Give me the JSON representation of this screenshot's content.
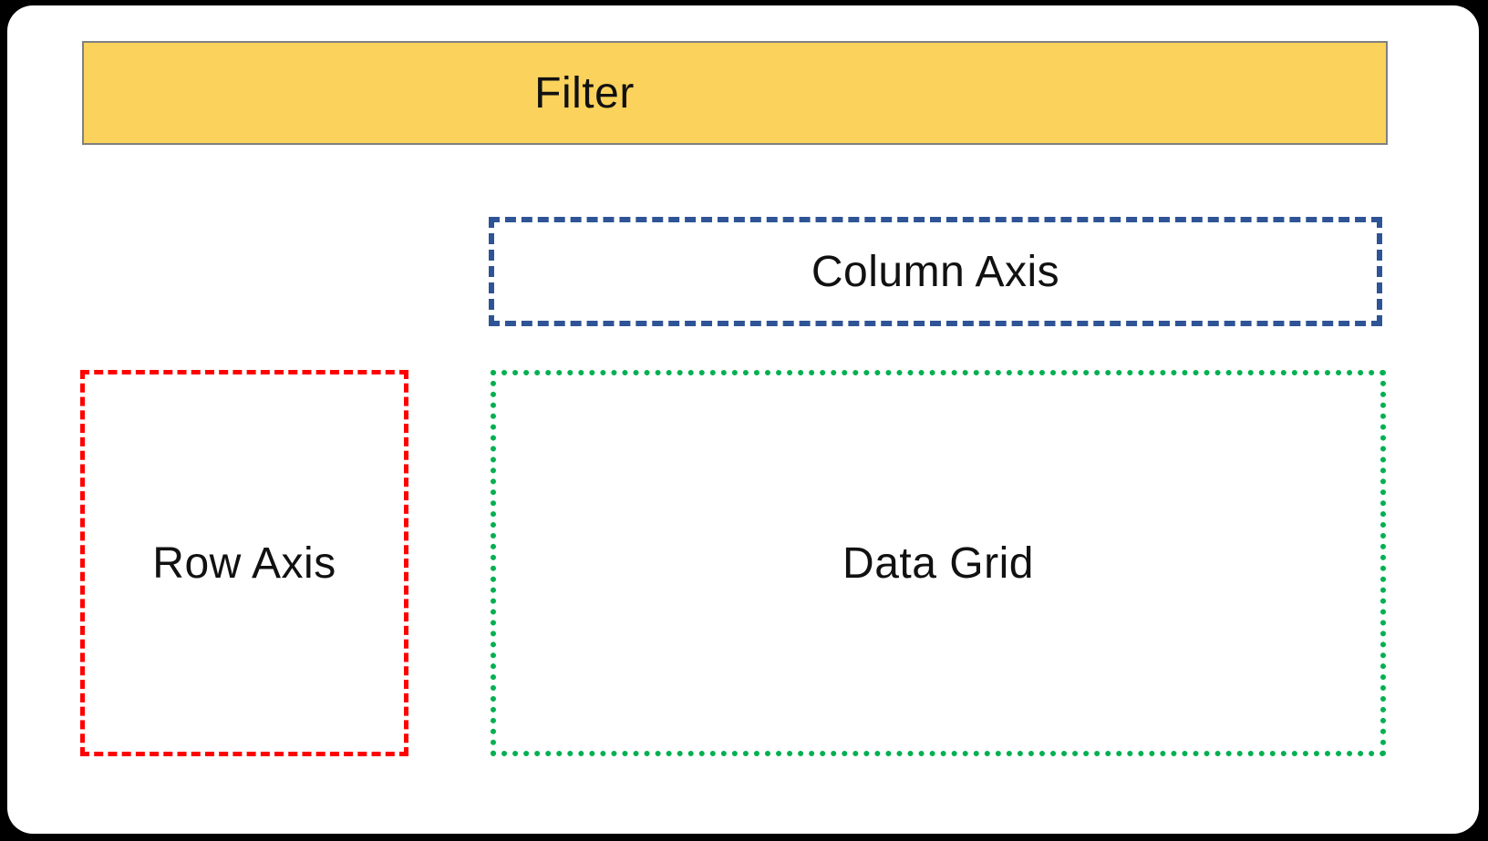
{
  "diagram": {
    "description": "Pivot layout schematic with four labeled regions",
    "filter": {
      "label": "Filter"
    },
    "column_axis": {
      "label": "Column Axis"
    },
    "row_axis": {
      "label": "Row Axis"
    },
    "data_grid": {
      "label": "Data Grid"
    }
  },
  "colors": {
    "filter-fill": "#fbd25b",
    "filter-border": "#808080",
    "column-border": "#2f5496",
    "row-border": "#ff0000",
    "grid-border": "#00b050",
    "page-background": "#000000",
    "canvas-background": "#ffffff",
    "label-text": "#111111"
  }
}
